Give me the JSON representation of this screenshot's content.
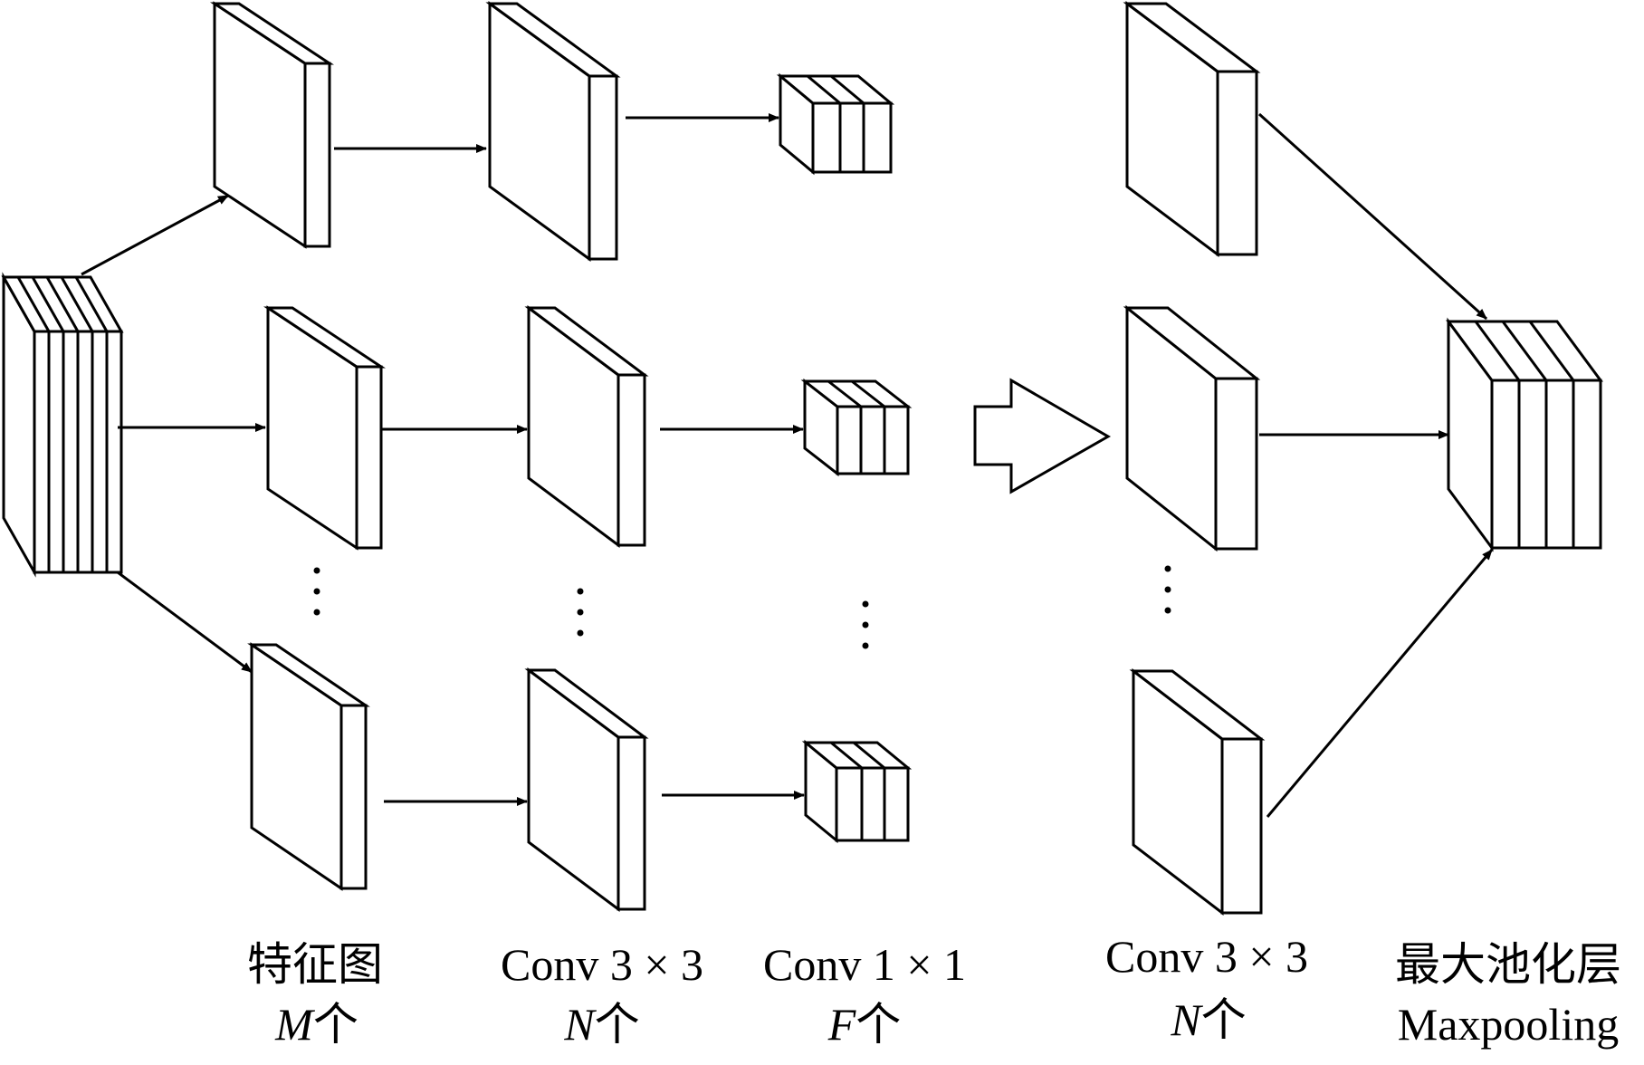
{
  "labels": {
    "feature_map": {
      "title": "特征图",
      "count_var": "M",
      "count_suffix": "个"
    },
    "conv3x3_first": {
      "title": "Conv 3 × 3",
      "count_var": "N",
      "count_suffix": "个"
    },
    "conv1x1": {
      "title": "Conv 1 × 1",
      "count_var": "F",
      "count_suffix": "个"
    },
    "conv3x3_second": {
      "title": "Conv 3 × 3",
      "count_var": "N",
      "count_suffix": "个"
    },
    "maxpool": {
      "title": "最大池化层",
      "subtitle": "Maxpooling"
    }
  },
  "colors": {
    "stroke": "#000000",
    "fill": "#ffffff"
  }
}
